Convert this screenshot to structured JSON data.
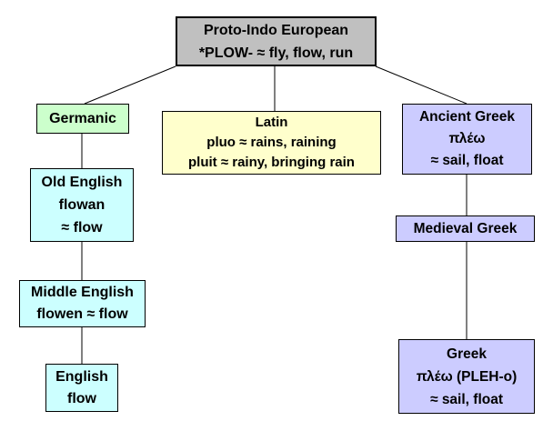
{
  "diagram": {
    "type": "etymology-tree",
    "colors": {
      "background": "#ffffff",
      "border": "#000000",
      "text": "#000000",
      "root_bg": "#c0c0c0",
      "germanic_bg": "#ccffcc",
      "latin_bg": "#ffffcc",
      "english_branch_bg": "#ccffff",
      "greek_branch_bg": "#ccccff"
    },
    "nodes": {
      "pie": {
        "lines": [
          "Proto-Indo European",
          "*PLOW- ≈ fly, flow, run"
        ],
        "bg": "#c0c0c0"
      },
      "germanic": {
        "lines": [
          "Germanic"
        ],
        "bg": "#ccffcc"
      },
      "latin": {
        "lines": [
          "Latin",
          "pluo ≈ rains, raining",
          "pluit ≈ rainy, bringing rain"
        ],
        "bg": "#ffffcc"
      },
      "ancient_greek": {
        "lines": [
          "Ancient Greek",
          "πλέω",
          "≈ sail, float"
        ],
        "bg": "#ccccff"
      },
      "old_english": {
        "lines": [
          "Old English",
          "flowan",
          "≈ flow"
        ],
        "bg": "#ccffff"
      },
      "middle_english": {
        "lines": [
          "Middle English",
          "flowen ≈ flow"
        ],
        "bg": "#ccffff"
      },
      "english": {
        "lines": [
          "English",
          "flow"
        ],
        "bg": "#ccffff"
      },
      "medieval_greek": {
        "lines": [
          "Medieval Greek"
        ],
        "bg": "#ccccff"
      },
      "greek": {
        "lines": [
          "Greek",
          "πλέω (PLEH-o)",
          "≈ sail, float"
        ],
        "bg": "#ccccff"
      }
    },
    "edges": [
      "pie-germanic",
      "pie-latin",
      "pie-ancient_greek",
      "germanic-old_english",
      "old_english-middle_english",
      "middle_english-english",
      "ancient_greek-medieval_greek",
      "medieval_greek-greek"
    ]
  }
}
